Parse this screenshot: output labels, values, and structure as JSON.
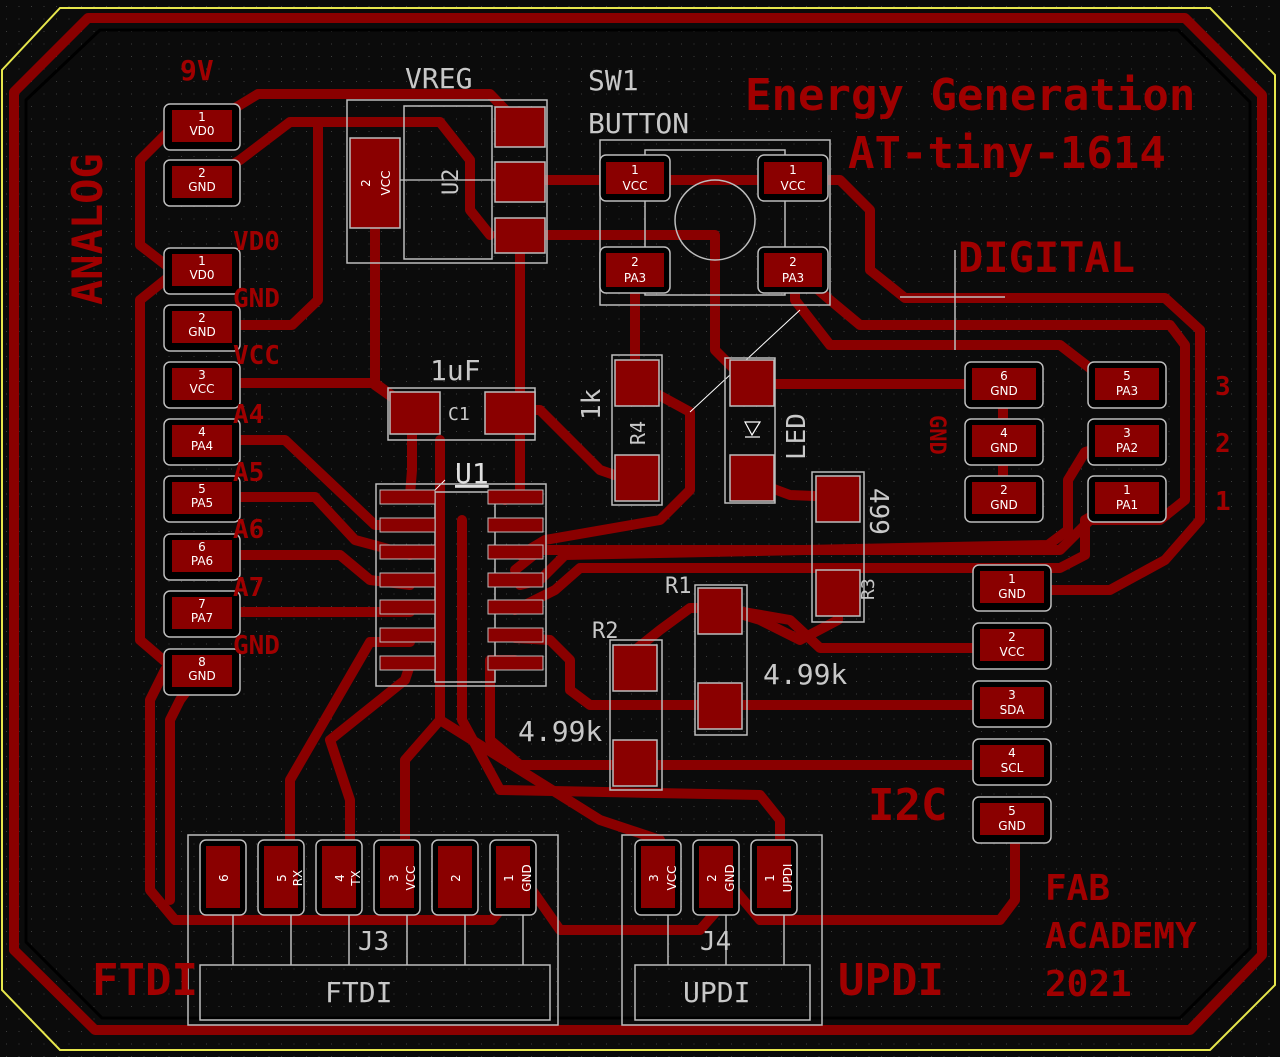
{
  "colors": {
    "background": "#0b0b0b",
    "copper": "#8a0000",
    "copper_trace": "#8a0000",
    "pad_outline": "#c0c0c0",
    "silkscreen": "#a00000",
    "courtyard": "#c8c8c8",
    "edge_cuts": "#e6e64c"
  },
  "labels": {
    "title_line1": "Energy Generation",
    "title_line2": "AT-tiny-1614",
    "analog": "ANALOG",
    "digital": "DIGITAL",
    "ftdi": "FTDI",
    "updi": "UPDI",
    "i2c": "I2C",
    "fab": "FAB",
    "academy": "ACADEMY",
    "year": "2021",
    "v9": "9V",
    "vd0": "VD0",
    "gnd_a": "GND",
    "vcc_a": "VCC",
    "a4": "A4",
    "a5": "A5",
    "a6": "A6",
    "a7": "A7",
    "gnd_b": "GND",
    "gnd_digital": "GND",
    "dig3": "3",
    "dig2": "2",
    "dig1": "1",
    "vreg": "VREG",
    "u2": "U2",
    "sw1": "SW1",
    "button": "BUTTON",
    "c1_value": "1uF",
    "c1": "C1",
    "u1": "U1",
    "r4_value": "1k",
    "r4": "R4",
    "led": "LED",
    "r3_value": "499",
    "r3": "R3",
    "r1": "R1",
    "r1_value": "4.99k",
    "r2": "R2",
    "r2_value": "4.99k",
    "j3": "J3",
    "j4": "J4",
    "ftdi_box": "FTDI",
    "updi_box": "UPDI"
  },
  "pads": {
    "p9v_1": {
      "num": "1",
      "name": "VD0"
    },
    "p9v_2": {
      "num": "2",
      "name": "GND"
    },
    "pa_1": {
      "num": "1",
      "name": "VD0"
    },
    "pa_2": {
      "num": "2",
      "name": "GND"
    },
    "pa_3": {
      "num": "3",
      "name": "VCC"
    },
    "pa_4": {
      "num": "4",
      "name": "PA4"
    },
    "pa_5": {
      "num": "5",
      "name": "PA5"
    },
    "pa_6": {
      "num": "6",
      "name": "PA6"
    },
    "pa_7": {
      "num": "7",
      "name": "PA7"
    },
    "pa_8": {
      "num": "8",
      "name": "GND"
    },
    "u2_2": {
      "num": "2",
      "name": "VCC"
    },
    "sw_1a": {
      "num": "1",
      "name": "VCC"
    },
    "sw_1b": {
      "num": "1",
      "name": "VCC"
    },
    "sw_2a": {
      "num": "2",
      "name": "PA3"
    },
    "sw_2b": {
      "num": "2",
      "name": "PA3"
    },
    "dg_6": {
      "num": "6",
      "name": "GND"
    },
    "dg_4": {
      "num": "4",
      "name": "GND"
    },
    "dg_2": {
      "num": "2",
      "name": "GND"
    },
    "dg_5": {
      "num": "5",
      "name": "PA3"
    },
    "dg_3": {
      "num": "3",
      "name": "PA2"
    },
    "dg_1": {
      "num": "1",
      "name": "PA1"
    },
    "i2c_1": {
      "num": "1",
      "name": "GND"
    },
    "i2c_2": {
      "num": "2",
      "name": "VCC"
    },
    "i2c_3": {
      "num": "3",
      "name": "SDA"
    },
    "i2c_4": {
      "num": "4",
      "name": "SCL"
    },
    "i2c_5": {
      "num": "5",
      "name": "GND"
    },
    "j3_6": {
      "num": "6",
      "name": ""
    },
    "j3_5": {
      "num": "5",
      "name": "RX"
    },
    "j3_4": {
      "num": "4",
      "name": "TX"
    },
    "j3_3": {
      "num": "3",
      "name": "VCC"
    },
    "j3_2": {
      "num": "2",
      "name": ""
    },
    "j3_1": {
      "num": "1",
      "name": "GND"
    },
    "j4_3": {
      "num": "3",
      "name": "VCC"
    },
    "j4_2": {
      "num": "2",
      "name": "GND"
    },
    "j4_1": {
      "num": "1",
      "name": "UPDI"
    }
  }
}
